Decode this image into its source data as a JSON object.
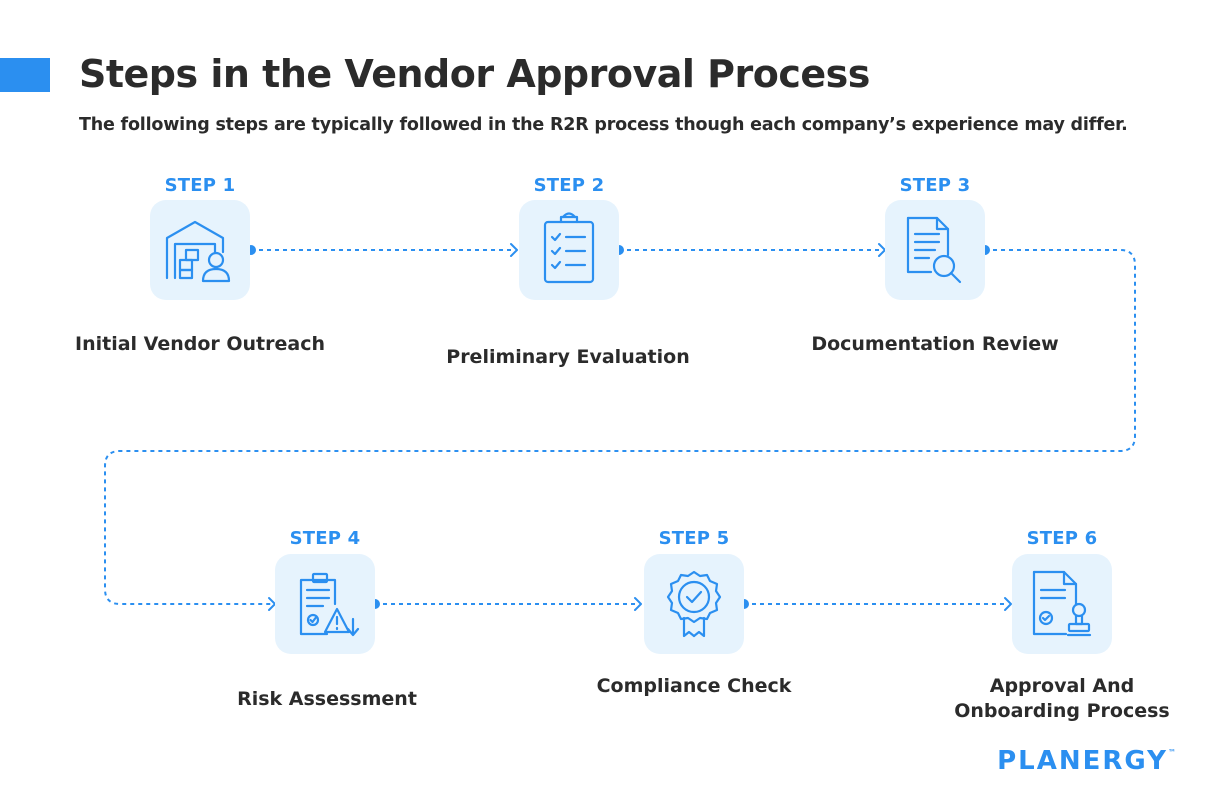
{
  "header": {
    "title": "Steps in the Vendor Approval Process",
    "subtitle": "The following steps are typically followed in the R2R process though each company’s experience may differ."
  },
  "steps": [
    {
      "label": "STEP 1",
      "name": "Initial Vendor Outreach",
      "icon": "warehouse-vendor-icon"
    },
    {
      "label": "STEP 2",
      "name": "Preliminary Evaluation",
      "icon": "clipboard-checklist-icon"
    },
    {
      "label": "STEP 3",
      "name": "Documentation Review",
      "icon": "document-search-icon"
    },
    {
      "label": "STEP 4",
      "name": "Risk Assessment",
      "icon": "clipboard-warning-icon"
    },
    {
      "label": "STEP 5",
      "name": "Compliance Check",
      "icon": "badge-check-icon"
    },
    {
      "label": "STEP 6",
      "name": "Approval And Onboarding Process",
      "icon": "document-stamp-icon"
    }
  ],
  "brand": {
    "name": "PLANERGY",
    "mark": "™"
  },
  "colors": {
    "accent": "#2b8ff0",
    "icon_bg": "#e6f3fd",
    "text": "#2b2b2b"
  }
}
